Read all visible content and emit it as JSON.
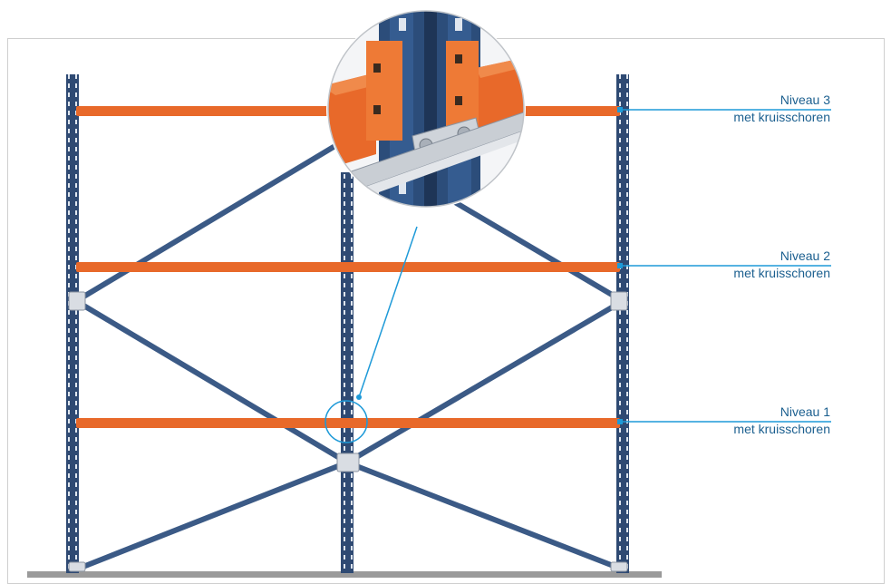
{
  "labels": [
    {
      "title": "Niveau 3",
      "subtitle": "met kruisschoren"
    },
    {
      "title": "Niveau 2",
      "subtitle": "met kruisschoren"
    },
    {
      "title": "Niveau 1",
      "subtitle": "met kruisschoren"
    }
  ],
  "colors": {
    "upright": "#2f4a73",
    "beam": "#e8692a",
    "bracing": "#3b5a86",
    "callout_line": "#1e9ad8",
    "label_text": "#1b5f8f",
    "floor": "#9a9a9a"
  },
  "icons": {
    "zoom": "magnifier-detail-circle"
  }
}
